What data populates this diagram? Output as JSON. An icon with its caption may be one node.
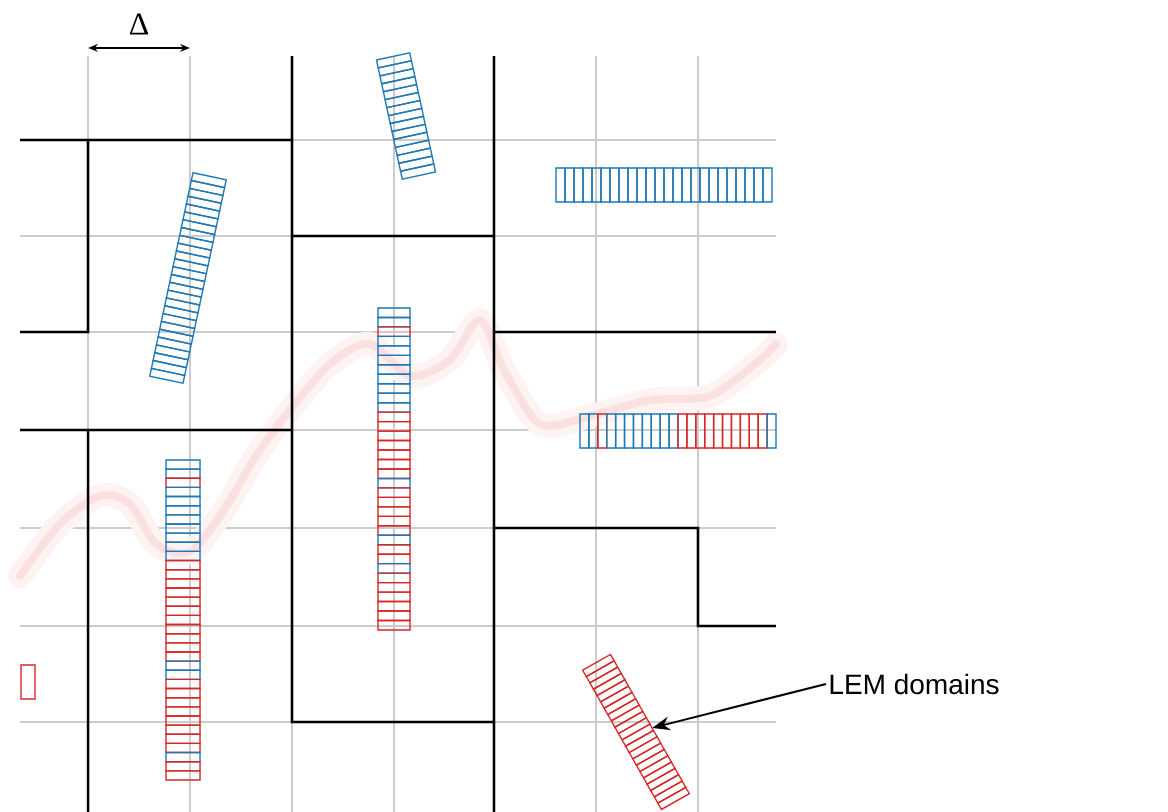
{
  "diagram": {
    "nodes": [
      {
        "text": [
          "LEM domains"
        ]
      },
      {
        "text": [],
        "shape": "bar"
      }
    ],
    "edges": [
      {
        "from": 0,
        "to": 1,
        "arrow": "to"
      }
    ],
    "labels": [
      "Δ"
    ]
  }
}
